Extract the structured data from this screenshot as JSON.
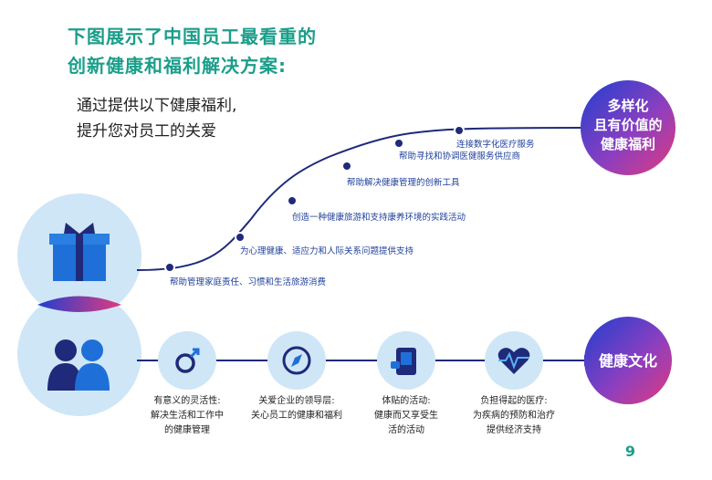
{
  "header": {
    "title_line1": "下图展示了中国员工最看重的",
    "title_line2": "创新健康和福利解决方案:",
    "subtitle_line1": "通过提供以下健康福利,",
    "subtitle_line2": "提升您对员工的关爱"
  },
  "top_path": {
    "steps": [
      "帮助管理家庭责任、习惯和生活旅游消费",
      "为心理健康、适应力和人际关系问题提供支持",
      "创造一种健康旅游和支持康养环境的实践活动",
      "帮助解决健康管理的创新工具",
      "帮助寻找和协调医健服务供应商",
      "连接数字化医疗服务"
    ],
    "end_circle": [
      "多样化",
      "且有价值的",
      "健康福利"
    ]
  },
  "bottom_path": {
    "items": [
      {
        "icon": "gender-icon",
        "lines": [
          "有意义的灵活性:",
          "解决生活和工作中",
          "的健康管理"
        ]
      },
      {
        "icon": "compass-icon",
        "lines": [
          "关爱企业的领导层:",
          "关心员工的健康和福利"
        ]
      },
      {
        "icon": "thumbs-up-icon",
        "lines": [
          "体贴的活动:",
          "健康而又享受生",
          "活的活动"
        ]
      },
      {
        "icon": "heartbeat-icon",
        "lines": [
          "负担得起的医疗:",
          "为疾病的预防和治疗",
          "提供经济支持"
        ]
      }
    ],
    "end_circle": "健康文化"
  },
  "left_icons": [
    "gift-icon",
    "people-icon"
  ],
  "page_number": "9",
  "colors": {
    "title_green": "#1b9e8a",
    "navy": "#1f2a7a",
    "light_blue": "#cfe6f7",
    "blue": "#1f6fd8",
    "magenta": "#e23a7d",
    "purple": "#7a3fb8"
  }
}
